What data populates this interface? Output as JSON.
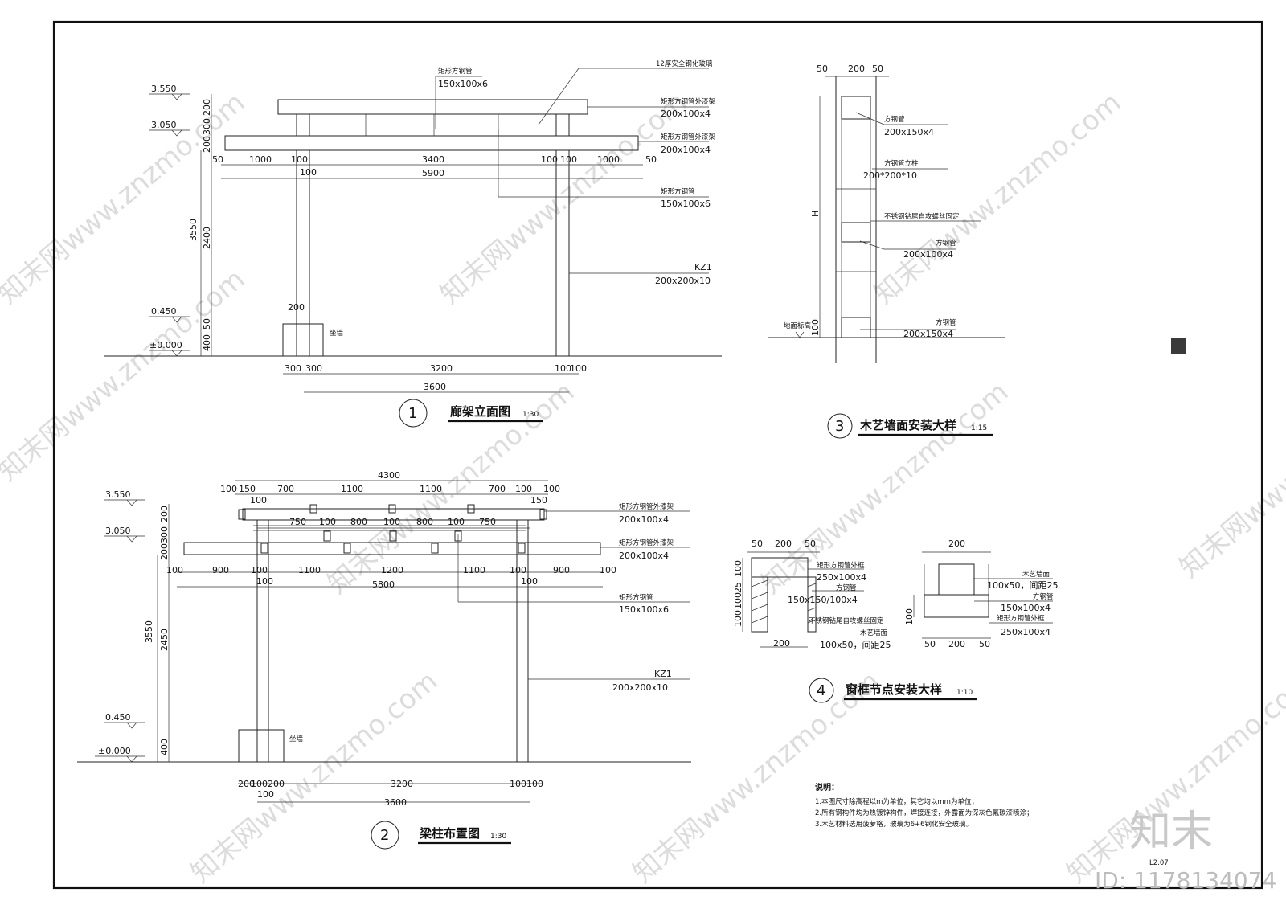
{
  "drawing1": {
    "title": "廊架立面图",
    "scale": "1:30",
    "num": "1",
    "elevations": [
      "3.550",
      "3.050",
      "0.450",
      "±0.000"
    ],
    "left_dims": [
      "200",
      "300",
      "200",
      "3550",
      "2400",
      "50",
      "400"
    ],
    "top_dims": [
      "50",
      "1000",
      "100",
      "3400",
      "100",
      "100",
      "1000",
      "50",
      "100",
      "5900"
    ],
    "bottom_dims": [
      "300",
      "300",
      "3200",
      "100",
      "100",
      "3600"
    ],
    "labels": {
      "glass": "12厚安全钢化玻璃",
      "tube1_name": "矩形方钢管",
      "tube1_size": "150x100x6",
      "beam1_name": "矩形方钢管外漆架",
      "beam1_size": "200x100x4",
      "beam2_name": "矩形方钢管外漆架",
      "beam2_size": "200x100x4",
      "tube2_name": "矩形方钢管",
      "tube2_size": "150x100x6",
      "col_name": "KZ1",
      "col_size": "200x200x10",
      "seat": "坐墙",
      "d200": "200"
    }
  },
  "drawing2": {
    "title": "梁柱布置图",
    "scale": "1:30",
    "num": "2",
    "elevations": [
      "3.550",
      "3.050",
      "0.450",
      "±0.000"
    ],
    "left_dims": [
      "200",
      "300",
      "200",
      "3550",
      "2450",
      "400"
    ],
    "row1": [
      "100",
      "150",
      "700",
      "1100",
      "1100",
      "700",
      "100",
      "100"
    ],
    "row1_total": "4300",
    "row1b": [
      "100",
      "150"
    ],
    "row2": [
      "750",
      "100",
      "800",
      "100",
      "800",
      "100",
      "750"
    ],
    "row3": [
      "100",
      "900",
      "100",
      "1100",
      "1200",
      "1100",
      "100",
      "900",
      "100"
    ],
    "row3b": [
      "100",
      "100"
    ],
    "row3_total": "5800",
    "bottom_dims": [
      "200",
      "100",
      "200",
      "100",
      "3200",
      "100",
      "100",
      "3600"
    ],
    "labels": {
      "beam1_name": "矩形方钢管外漆架",
      "beam1_size": "200x100x4",
      "beam2_name": "矩形方钢管外漆架",
      "beam2_size": "200x100x4",
      "tube_name": "矩形方钢管",
      "tube_size": "150x100x6",
      "col_name": "KZ1",
      "col_size": "200x200x10",
      "seat": "坐墙"
    }
  },
  "drawing3": {
    "title": "木艺墙面安装大样",
    "scale": "1:15",
    "num": "3",
    "top_dims": [
      "50",
      "200",
      "50"
    ],
    "h_label": "H",
    "d100": "100",
    "labels": {
      "a_name": "方钢管",
      "a_size": "200x150x4",
      "b_name": "方钢管立柱",
      "b_size": "200*200*10",
      "c_name": "不锈钢钻尾自攻螺丝固定",
      "d_name": "方钢管",
      "d_size": "200x100x4",
      "e_name": "方钢管",
      "e_size": "200x150x4",
      "ground": "地面标高"
    }
  },
  "drawing4": {
    "title": "窗框节点安装大样",
    "scale": "1:10",
    "num": "4",
    "left": {
      "top_dims": [
        "50",
        "200",
        "50"
      ],
      "bottom_dim": "200",
      "vert_dims": [
        "100",
        "25",
        "100",
        "100"
      ],
      "labels": {
        "a_name": "矩形方钢管外框",
        "a_size": "250x100x4",
        "b_name": "方钢管",
        "b_size": "150x150/100x4",
        "c_name": "不锈钢钻尾自攻螺丝固定",
        "d_name": "木艺墙面",
        "d_size": "100x50，间距25"
      }
    },
    "right": {
      "top_dim": "200",
      "bottom_dims": [
        "50",
        "200",
        "50"
      ],
      "vert_dim": "100",
      "labels": {
        "a_name": "木艺墙面",
        "a_size": "100x50，间距25",
        "b_name": "方钢管",
        "b_size": "150x100x4",
        "c_name": "矩形方钢管外框",
        "c_size": "250x100x4"
      }
    }
  },
  "notes": {
    "heading": "说明：",
    "items": [
      "1.本图尺寸除高程以m为单位，其它均以mm为单位；",
      "2.所有钢构件均为热镀锌构件，焊接连接，外露面为深灰色氟碳漆喷涂；",
      "3.木艺材料选用菠萝格，玻璃为6+6钢化安全玻璃。"
    ]
  },
  "sheet_no": "L2.07",
  "watermark": {
    "logo": "知末",
    "id": "ID: 1178134074",
    "site": "知末网www.znzmo.com"
  },
  "colors": {
    "line": "#222222",
    "watermark": "#dcdcdc",
    "block": "#3a3a3a"
  }
}
